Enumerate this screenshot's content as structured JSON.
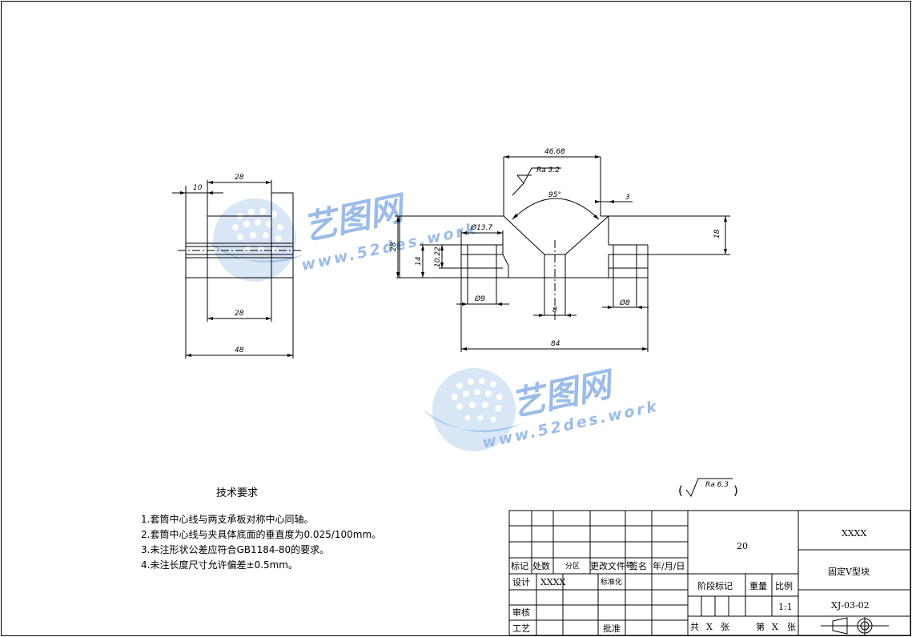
{
  "watermark": {
    "brand": "艺图网",
    "url": "www.52des.work"
  },
  "dimensions": {
    "left_view": {
      "d10": "10",
      "d28_top": "28",
      "d28_bottom": "28",
      "d48": "48"
    },
    "front_view": {
      "d46_68": "46.68",
      "roughness": "Ra 3.2",
      "angle": "95°",
      "d3": "3",
      "d18": "18",
      "d28": "28",
      "d14": "14",
      "d10_22": "10.22",
      "phi13_7": "Ø13.7",
      "phi9": "Ø9",
      "d8": "8",
      "phi8": "Ø8",
      "d84": "84"
    }
  },
  "tech_requirements": {
    "title": "技术要求",
    "items": [
      "1.套筒中心线与两支承板对称中心同轴。",
      "2.套筒中心线与夹具体底面的垂直度为0.025/100mm。",
      "3.未注形状公差应符合GB1184-80的要求。",
      "4.未注长度尺寸允许偏差±0.5mm。"
    ]
  },
  "surface_note": {
    "open": "(",
    "value": "Ra 6.3",
    "close": ")"
  },
  "title_block": {
    "labels": {
      "mark": "标记",
      "count": "处数",
      "zone": "分区",
      "change_doc": "更改文件号",
      "sign": "签名",
      "date": "年/月/日",
      "design": "设计",
      "designer": "XXXX",
      "standardize": "标准化",
      "review": "审核",
      "process": "工艺",
      "approve": "批准",
      "stage_mark": "阶段标记",
      "weight": "重量",
      "scale": "比例",
      "scale_value": "1:1",
      "total": "共",
      "x1": "X",
      "sheets1": "张",
      "sheet_no": "第",
      "x2": "X",
      "sheets2": "张"
    },
    "material": "20",
    "company": "XXXX",
    "part_name": "固定V型块",
    "drawing_no": "XJ-03-02"
  }
}
